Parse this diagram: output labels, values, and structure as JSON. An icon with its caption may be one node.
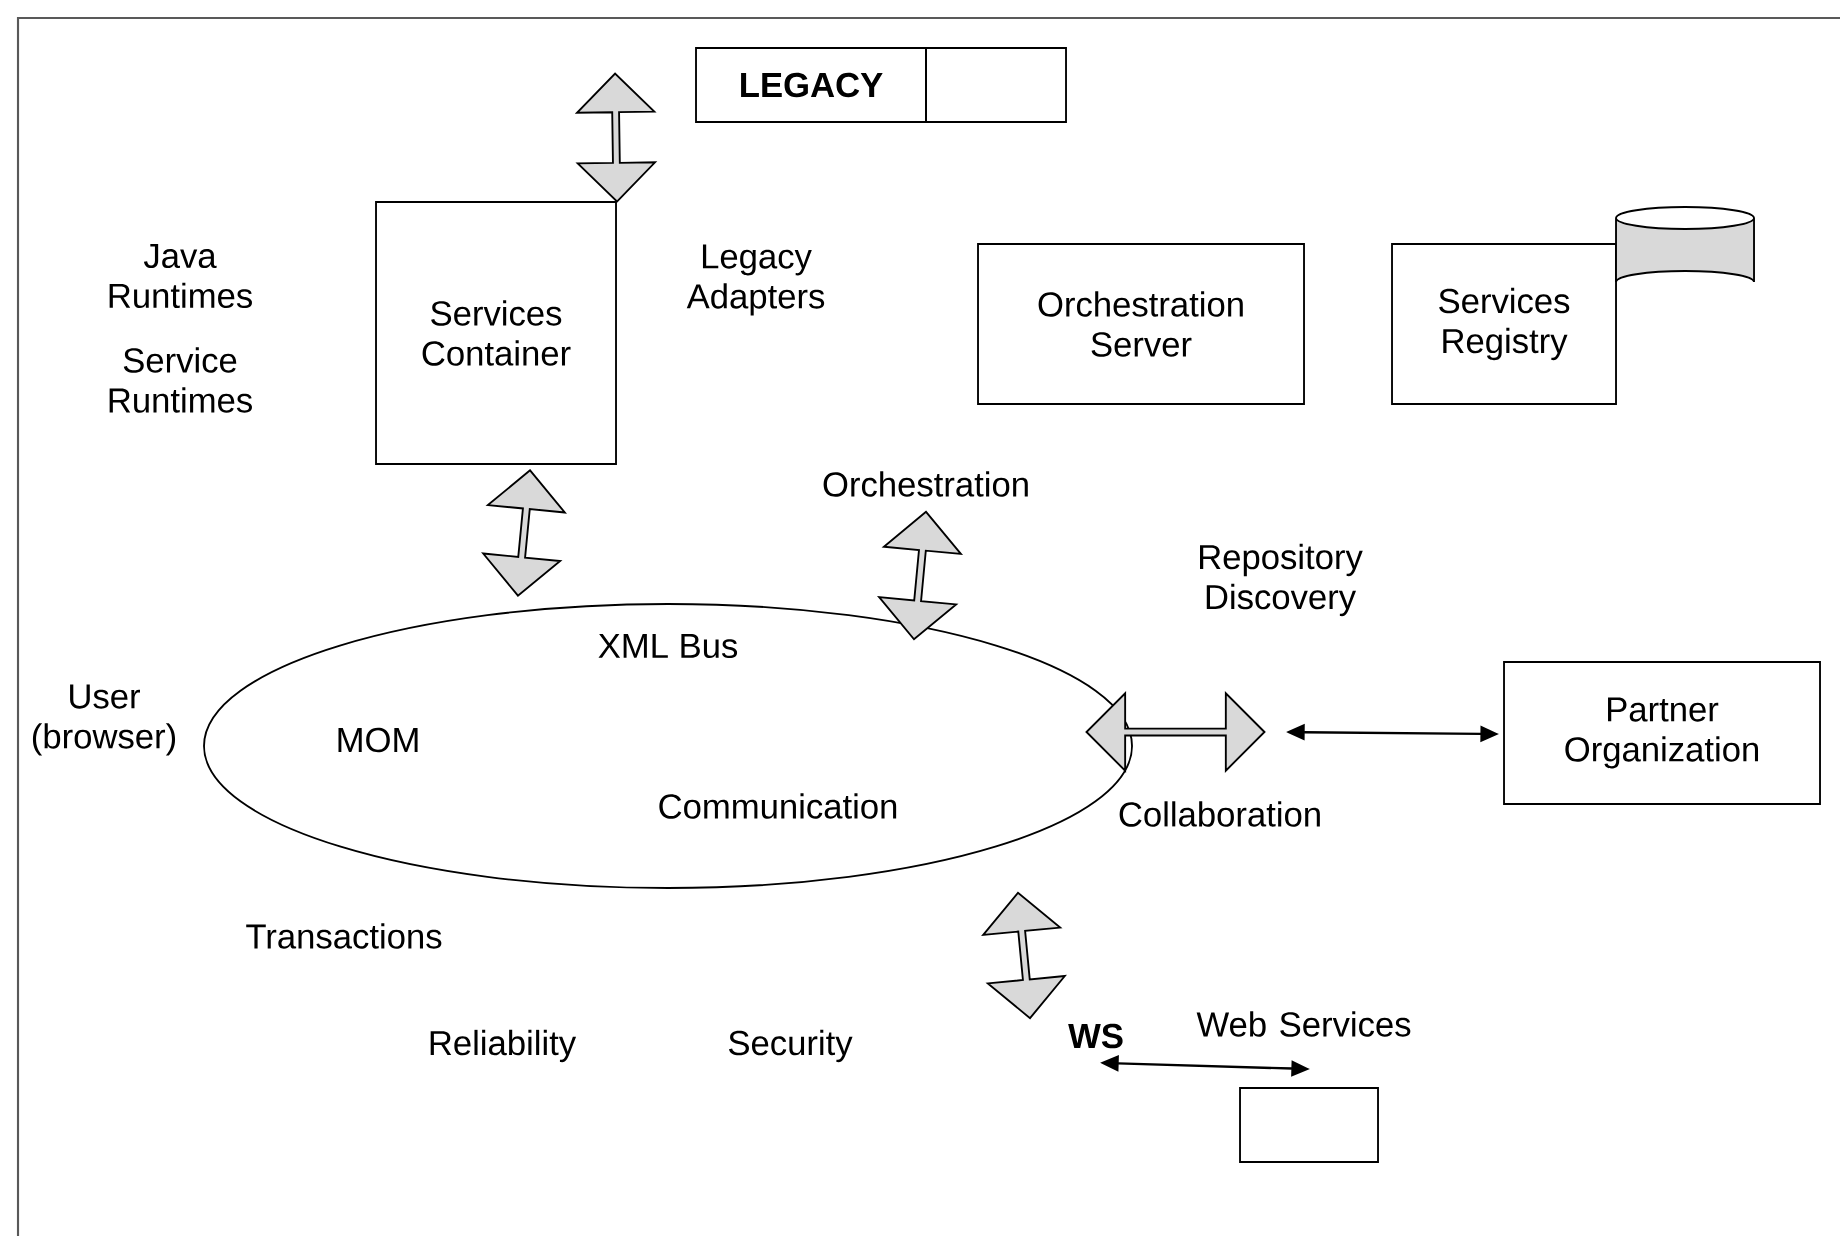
{
  "diagram": {
    "nodes": [
      {
        "text": [
          "**LEGACY**"
        ]
      },
      {
        "text": [],
        "shape": "box"
      },
      {
        "text": [
          "Services Container"
        ]
      },
      {
        "text": [
          "Orchestration Server"
        ]
      },
      {
        "text": [
          "Services Registry"
        ]
      },
      {
        "text": [
          "XML Bus",
          "MOM",
          "Communication"
        ]
      },
      {
        "text": [
          "Partner Organization"
        ]
      },
      {
        "text": [],
        "shape": "box"
      },
      {
        "text": [
          "WS"
        ]
      }
    ],
    "edges": [
      {
        "from": 2,
        "to": 0,
        "arrow": "both",
        "style": "thick"
      },
      {
        "from": 2,
        "to": 5,
        "arrow": "both",
        "style": "thick"
      },
      {
        "from": 5,
        "to": null,
        "arrow": "both",
        "style": "thick"
      },
      {
        "from": 5,
        "to": null,
        "arrow": "both",
        "style": "thick"
      },
      {
        "from": null,
        "to": 6,
        "arrow": "both"
      },
      {
        "from": 5,
        "to": null,
        "arrow": "both",
        "style": "thick"
      },
      {
        "from": 8,
        "to": 7,
        "arrow": "both"
      }
    ],
    "labels": [
      "Java Runtimes",
      "Service Runtimes",
      "Legacy Adapters",
      "Orchestration",
      "Repository Discovery",
      "User (browser)",
      "Collaboration",
      "Transactions",
      "Reliability",
      "Security",
      "Web Services"
    ]
  }
}
